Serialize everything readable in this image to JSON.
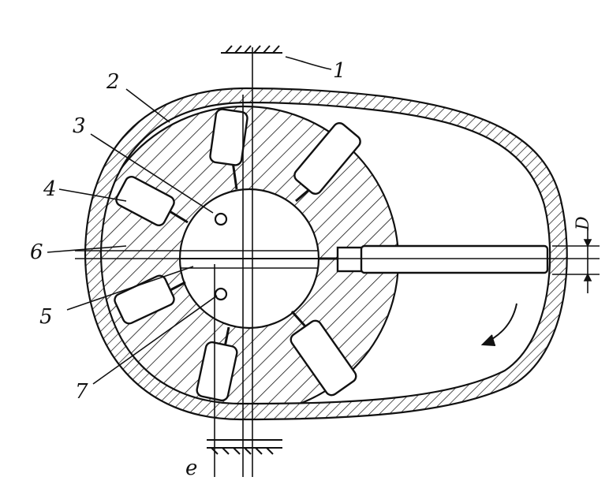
{
  "labels": {
    "l1": "1",
    "l2": "2",
    "l3": "3",
    "l4": "4",
    "l5": "5",
    "l6": "6",
    "l7": "7",
    "le": "e",
    "lD": "D"
  },
  "colors": {
    "ink": "#111111",
    "paper": "#ffffff"
  }
}
